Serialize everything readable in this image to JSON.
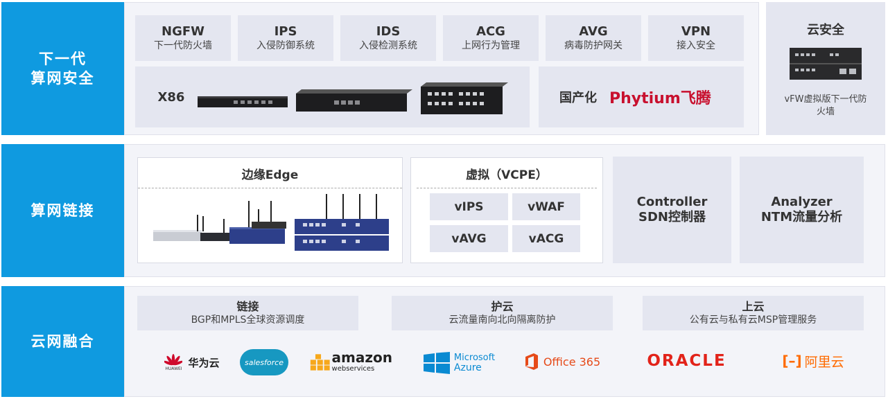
{
  "rows": {
    "ngfw": {
      "label_line1": "下一代",
      "label_line2": "算网安全"
    },
    "link": {
      "label": "算网链接"
    },
    "cloud": {
      "label": "云网融合"
    }
  },
  "security_tiles": [
    {
      "title": "NGFW",
      "sub": "下一代防火墙"
    },
    {
      "title": "IPS",
      "sub": "入侵防御系统"
    },
    {
      "title": "IDS",
      "sub": "入侵检测系统"
    },
    {
      "title": "ACG",
      "sub": "上网行为管理"
    },
    {
      "title": "AVG",
      "sub": "病毒防护网关"
    },
    {
      "title": "VPN",
      "sub": "接入安全"
    }
  ],
  "hardware": {
    "x86_label": "X86",
    "domestic_label": "国产化",
    "phytium_brand": "Phytium",
    "phytium_cn": "飞腾"
  },
  "cloud_security": {
    "title": "云安全",
    "caption": "vFW虚拟版下一代防火墙"
  },
  "edge": {
    "title": "边缘Edge"
  },
  "vcpe": {
    "title": "虚拟（VCPE）",
    "items": [
      "vIPS",
      "vWAF",
      "vAVG",
      "vACG"
    ]
  },
  "controller": {
    "line1": "Controller",
    "line2": "SDN控制器"
  },
  "analyzer": {
    "line1": "Analyzer",
    "line2": "NTM流量分析"
  },
  "cloud_bars": [
    {
      "title": "链接",
      "sub": "BGP和MPLS全球资源调度"
    },
    {
      "title": "护云",
      "sub": "云流量南向北向隔离防护"
    },
    {
      "title": "上云",
      "sub": "公有云与私有云MSP管理服务"
    }
  ],
  "logos": {
    "huawei": {
      "mark": "HUAWEI",
      "name": "华为云"
    },
    "salesforce": "salesforce",
    "amazon": {
      "main": "amazon",
      "sub": "webservices"
    },
    "azure": {
      "line1": "Microsoft",
      "line2": "Azure"
    },
    "office": "Office 365",
    "oracle": "ORACLE",
    "aliyun": "阿里云"
  },
  "colors": {
    "accent": "#0f9ae0",
    "panel": "#f3f4f9",
    "tile": "#e4e6f0",
    "oracle": "#e2231a",
    "office": "#e64a19",
    "azure": "#0a8ad2",
    "aliyun": "#ff6a00",
    "huawei": "#cf0a2c"
  }
}
